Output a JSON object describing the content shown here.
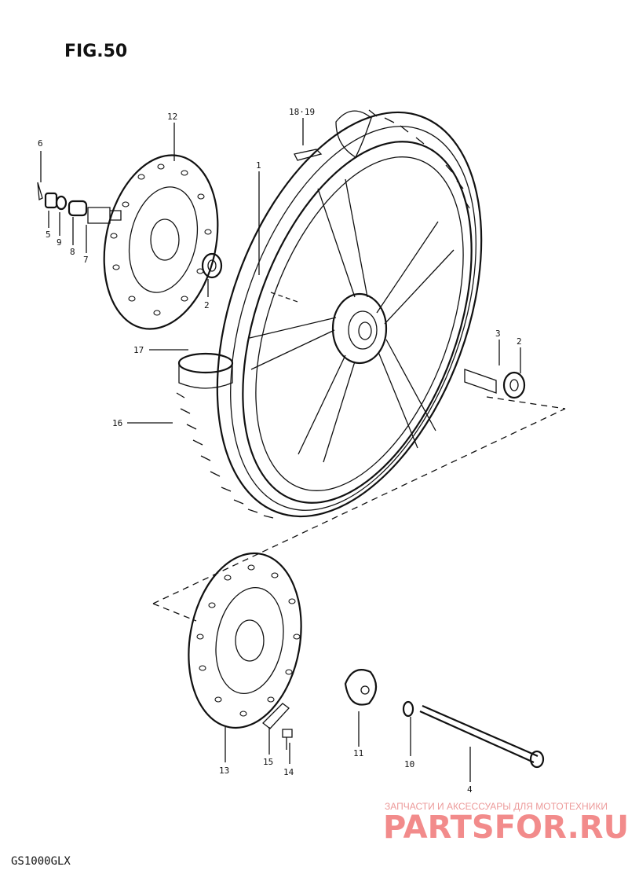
{
  "figure": {
    "title": "FIG.50",
    "model": "GS1000GLX"
  },
  "watermark": {
    "top": "ЗАПЧАСТИ И АКСЕССУАРЫ ДЛЯ МОТОТЕХНИКИ",
    "brand": "PARTSFOR.RU"
  },
  "labels": {
    "p6": "6",
    "p5": "5",
    "p9": "9",
    "p8": "8",
    "p7": "7",
    "p12": "12",
    "p18_19": "18·19",
    "p1": "1",
    "p2_left": "2",
    "p17": "17",
    "p16": "16",
    "p3": "3",
    "p2_right": "2",
    "p13": "13",
    "p15": "15",
    "p14": "14",
    "p11": "11",
    "p10": "10",
    "p4": "4"
  }
}
